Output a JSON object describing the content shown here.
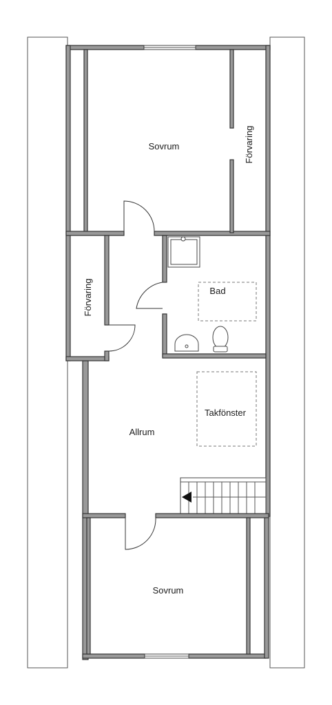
{
  "rooms": {
    "top_bedroom": "Sovrum",
    "top_storage": "Förvaring",
    "side_storage": "Förvaring",
    "bathroom": "Bad",
    "skylight": "Takfönster",
    "living_room": "Allrum",
    "bottom_bedroom": "Sovrum"
  },
  "colors": {
    "wall_fill": "#999999",
    "wall_stroke": "#333333",
    "background": "#ffffff"
  }
}
